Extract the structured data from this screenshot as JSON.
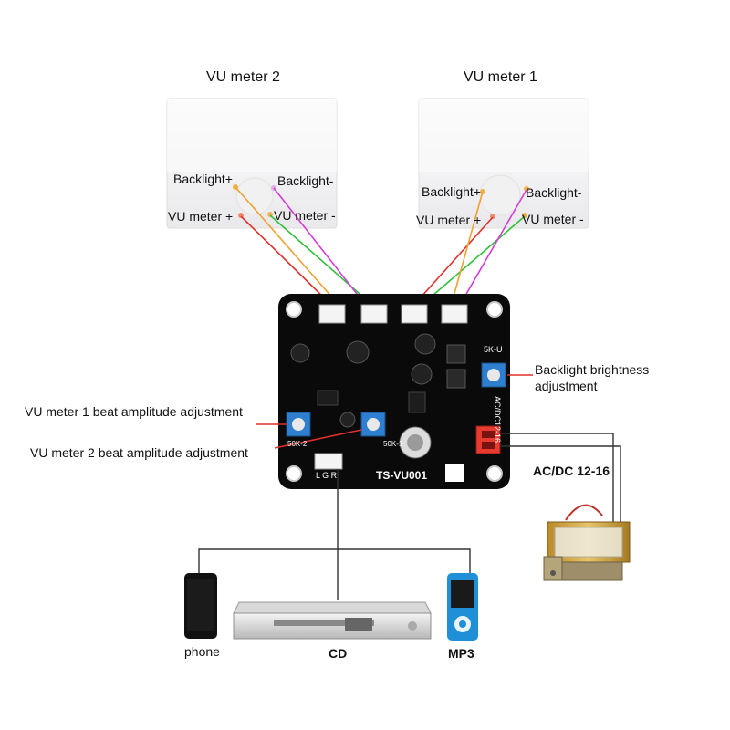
{
  "meters": {
    "meter2": {
      "title": "VU meter 2",
      "backlight_plus": "Backlight+",
      "backlight_minus": "Backlight-",
      "vu_plus": "VU meter +",
      "vu_minus": "VU meter -"
    },
    "meter1": {
      "title": "VU meter 1",
      "backlight_plus": "Backlight+",
      "backlight_minus": "Backlight-",
      "vu_plus": "VU meter +",
      "vu_minus": "VU meter -"
    }
  },
  "board": {
    "model": "TS-VU001",
    "power_label": "AC/DC12-16",
    "input_pins": "L G R",
    "pot_5k": "5K-U",
    "pot_50k_1": "50K-1",
    "pot_50k_2": "50K-2"
  },
  "annotations": {
    "backlight_brightness": [
      "Backlight brightness",
      "adjustment"
    ],
    "vu1_beat": "VU meter 1 beat amplitude adjustment",
    "vu2_beat": "VU meter 2 beat amplitude adjustment",
    "power_supply": "AC/DC 12-16"
  },
  "sources": {
    "phone": "phone",
    "cd": "CD",
    "mp3": "MP3"
  },
  "wire_colors": {
    "vu_plus": "#e0302a",
    "vu_minus": "#2fbf3a",
    "backlight_plus": "#f0a030",
    "backlight_minus": "#d23cd8",
    "board": "#0a0a0a",
    "pot": "#2f7fd0",
    "connector": "#e63b2e"
  }
}
